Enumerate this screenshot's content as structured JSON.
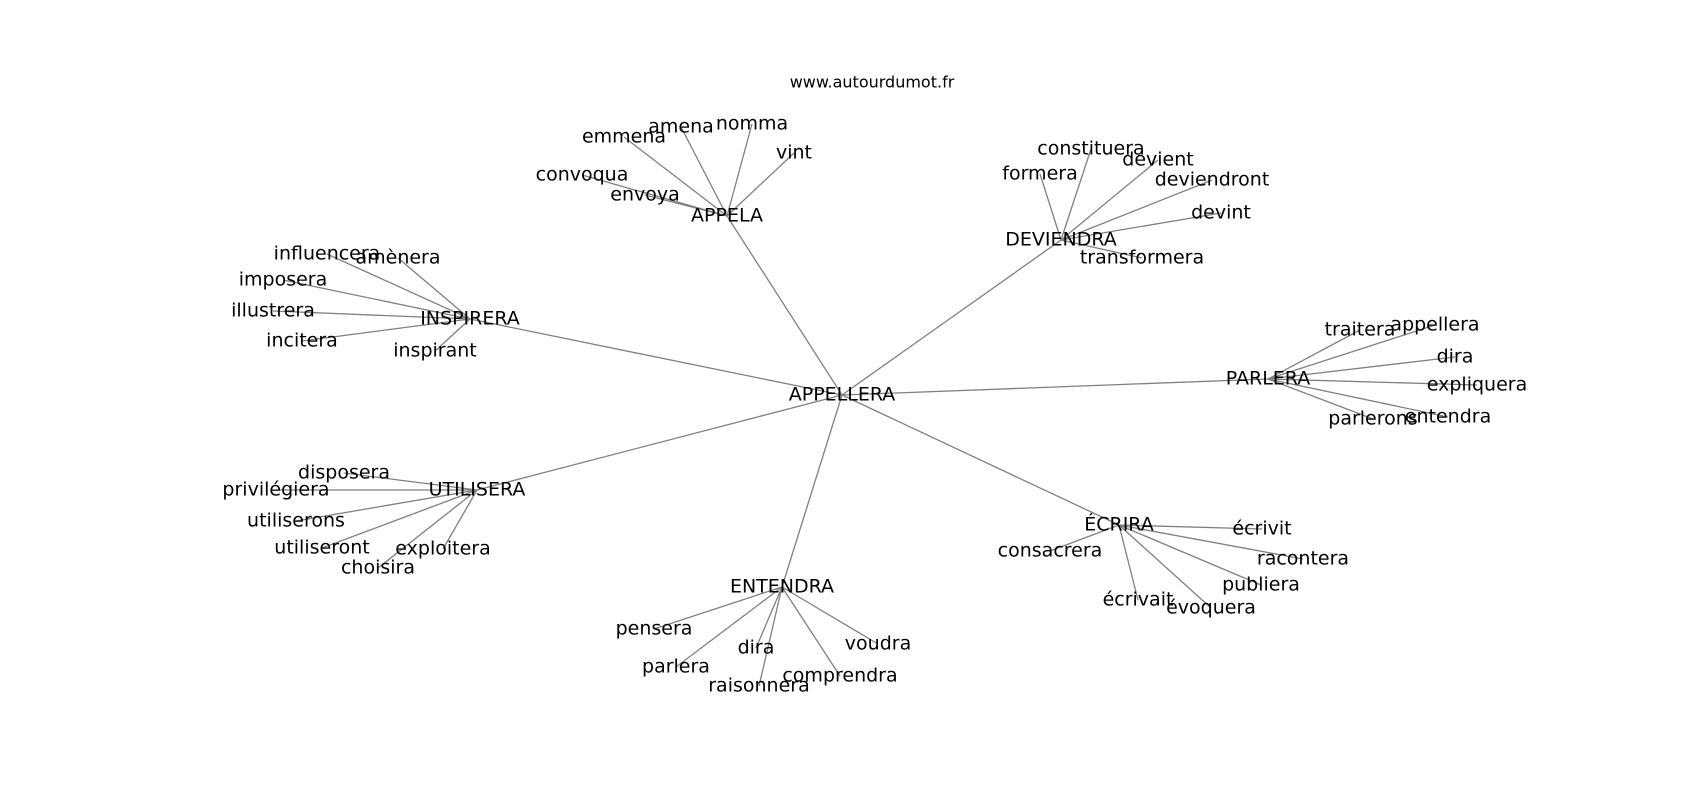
{
  "source": "www.autourdumot.fr",
  "colors": {
    "edge": "#808080",
    "text": "#000000",
    "background": "#ffffff"
  },
  "nodes": [
    {
      "id": "appellera",
      "label": "APPELLERA"
    },
    {
      "id": "appela",
      "label": "APPELA"
    },
    {
      "id": "emmena",
      "label": "emmena"
    },
    {
      "id": "amena",
      "label": "amena"
    },
    {
      "id": "nomma",
      "label": "nomma"
    },
    {
      "id": "vint",
      "label": "vint"
    },
    {
      "id": "convoqua",
      "label": "convoqua"
    },
    {
      "id": "envoya",
      "label": "envoya"
    },
    {
      "id": "deviendra",
      "label": "DEVIENDRA"
    },
    {
      "id": "constituera",
      "label": "constituera"
    },
    {
      "id": "formera",
      "label": "formera"
    },
    {
      "id": "devient",
      "label": "devient"
    },
    {
      "id": "deviendront",
      "label": "deviendront"
    },
    {
      "id": "devint",
      "label": "devint"
    },
    {
      "id": "transformera",
      "label": "transformera"
    },
    {
      "id": "inspirera",
      "label": "INSPIRERA"
    },
    {
      "id": "influencera",
      "label": "influencera"
    },
    {
      "id": "amenera",
      "label": "amènera"
    },
    {
      "id": "imposera",
      "label": "imposera"
    },
    {
      "id": "illustrera",
      "label": "illustrera"
    },
    {
      "id": "incitera",
      "label": "incitera"
    },
    {
      "id": "inspirant",
      "label": "inspirant"
    },
    {
      "id": "parlera-hub",
      "label": "PARLERA"
    },
    {
      "id": "traitera",
      "label": "traitera"
    },
    {
      "id": "appellera-leaf",
      "label": "appellera"
    },
    {
      "id": "dira-parlera",
      "label": "dira"
    },
    {
      "id": "expliquera",
      "label": "expliquera"
    },
    {
      "id": "parlerons",
      "label": "parlerons"
    },
    {
      "id": "entendra-leaf",
      "label": "entendra"
    },
    {
      "id": "utilisera",
      "label": "UTILISERA"
    },
    {
      "id": "disposera",
      "label": "disposera"
    },
    {
      "id": "privilegiera",
      "label": "privilégiera"
    },
    {
      "id": "utiliserons",
      "label": "utiliserons"
    },
    {
      "id": "utiliseront",
      "label": "utiliseront"
    },
    {
      "id": "exploitera",
      "label": "exploitera"
    },
    {
      "id": "choisira",
      "label": "choisira"
    },
    {
      "id": "ecrira",
      "label": "ÉCRIRA"
    },
    {
      "id": "ecrivit",
      "label": "écrivit"
    },
    {
      "id": "consacrera",
      "label": "consacrera"
    },
    {
      "id": "racontera",
      "label": "racontera"
    },
    {
      "id": "publiera",
      "label": "publiera"
    },
    {
      "id": "ecrivait",
      "label": "écrivait"
    },
    {
      "id": "evoquera",
      "label": "évoquera"
    },
    {
      "id": "entendra-hub",
      "label": "ENTENDRA"
    },
    {
      "id": "pensera",
      "label": "pensera"
    },
    {
      "id": "voudra",
      "label": "voudra"
    },
    {
      "id": "dira-entendra",
      "label": "dira"
    },
    {
      "id": "parlera-leaf",
      "label": "parlera"
    },
    {
      "id": "comprendra",
      "label": "comprendra"
    },
    {
      "id": "raisonnera",
      "label": "raisonnera"
    }
  ],
  "edges": [
    [
      "appellera",
      "appela"
    ],
    [
      "appellera",
      "deviendra"
    ],
    [
      "appellera",
      "inspirera"
    ],
    [
      "appellera",
      "parlera-hub"
    ],
    [
      "appellera",
      "utilisera"
    ],
    [
      "appellera",
      "ecrira"
    ],
    [
      "appellera",
      "entendra-hub"
    ],
    [
      "appela",
      "emmena"
    ],
    [
      "appela",
      "amena"
    ],
    [
      "appela",
      "nomma"
    ],
    [
      "appela",
      "vint"
    ],
    [
      "appela",
      "convoqua"
    ],
    [
      "appela",
      "envoya"
    ],
    [
      "deviendra",
      "constituera"
    ],
    [
      "deviendra",
      "formera"
    ],
    [
      "deviendra",
      "devient"
    ],
    [
      "deviendra",
      "deviendront"
    ],
    [
      "deviendra",
      "devint"
    ],
    [
      "deviendra",
      "transformera"
    ],
    [
      "inspirera",
      "influencera"
    ],
    [
      "inspirera",
      "amenera"
    ],
    [
      "inspirera",
      "imposera"
    ],
    [
      "inspirera",
      "illustrera"
    ],
    [
      "inspirera",
      "incitera"
    ],
    [
      "inspirera",
      "inspirant"
    ],
    [
      "parlera-hub",
      "traitera"
    ],
    [
      "parlera-hub",
      "appellera-leaf"
    ],
    [
      "parlera-hub",
      "dira-parlera"
    ],
    [
      "parlera-hub",
      "expliquera"
    ],
    [
      "parlera-hub",
      "parlerons"
    ],
    [
      "parlera-hub",
      "entendra-leaf"
    ],
    [
      "utilisera",
      "disposera"
    ],
    [
      "utilisera",
      "privilegiera"
    ],
    [
      "utilisera",
      "utiliserons"
    ],
    [
      "utilisera",
      "utiliseront"
    ],
    [
      "utilisera",
      "exploitera"
    ],
    [
      "utilisera",
      "choisira"
    ],
    [
      "ecrira",
      "ecrivit"
    ],
    [
      "ecrira",
      "consacrera"
    ],
    [
      "ecrira",
      "racontera"
    ],
    [
      "ecrira",
      "publiera"
    ],
    [
      "ecrira",
      "ecrivait"
    ],
    [
      "ecrira",
      "evoquera"
    ],
    [
      "entendra-hub",
      "pensera"
    ],
    [
      "entendra-hub",
      "voudra"
    ],
    [
      "entendra-hub",
      "dira-entendra"
    ],
    [
      "entendra-hub",
      "parlera-leaf"
    ],
    [
      "entendra-hub",
      "comprendra"
    ],
    [
      "entendra-hub",
      "raisonnera"
    ]
  ]
}
